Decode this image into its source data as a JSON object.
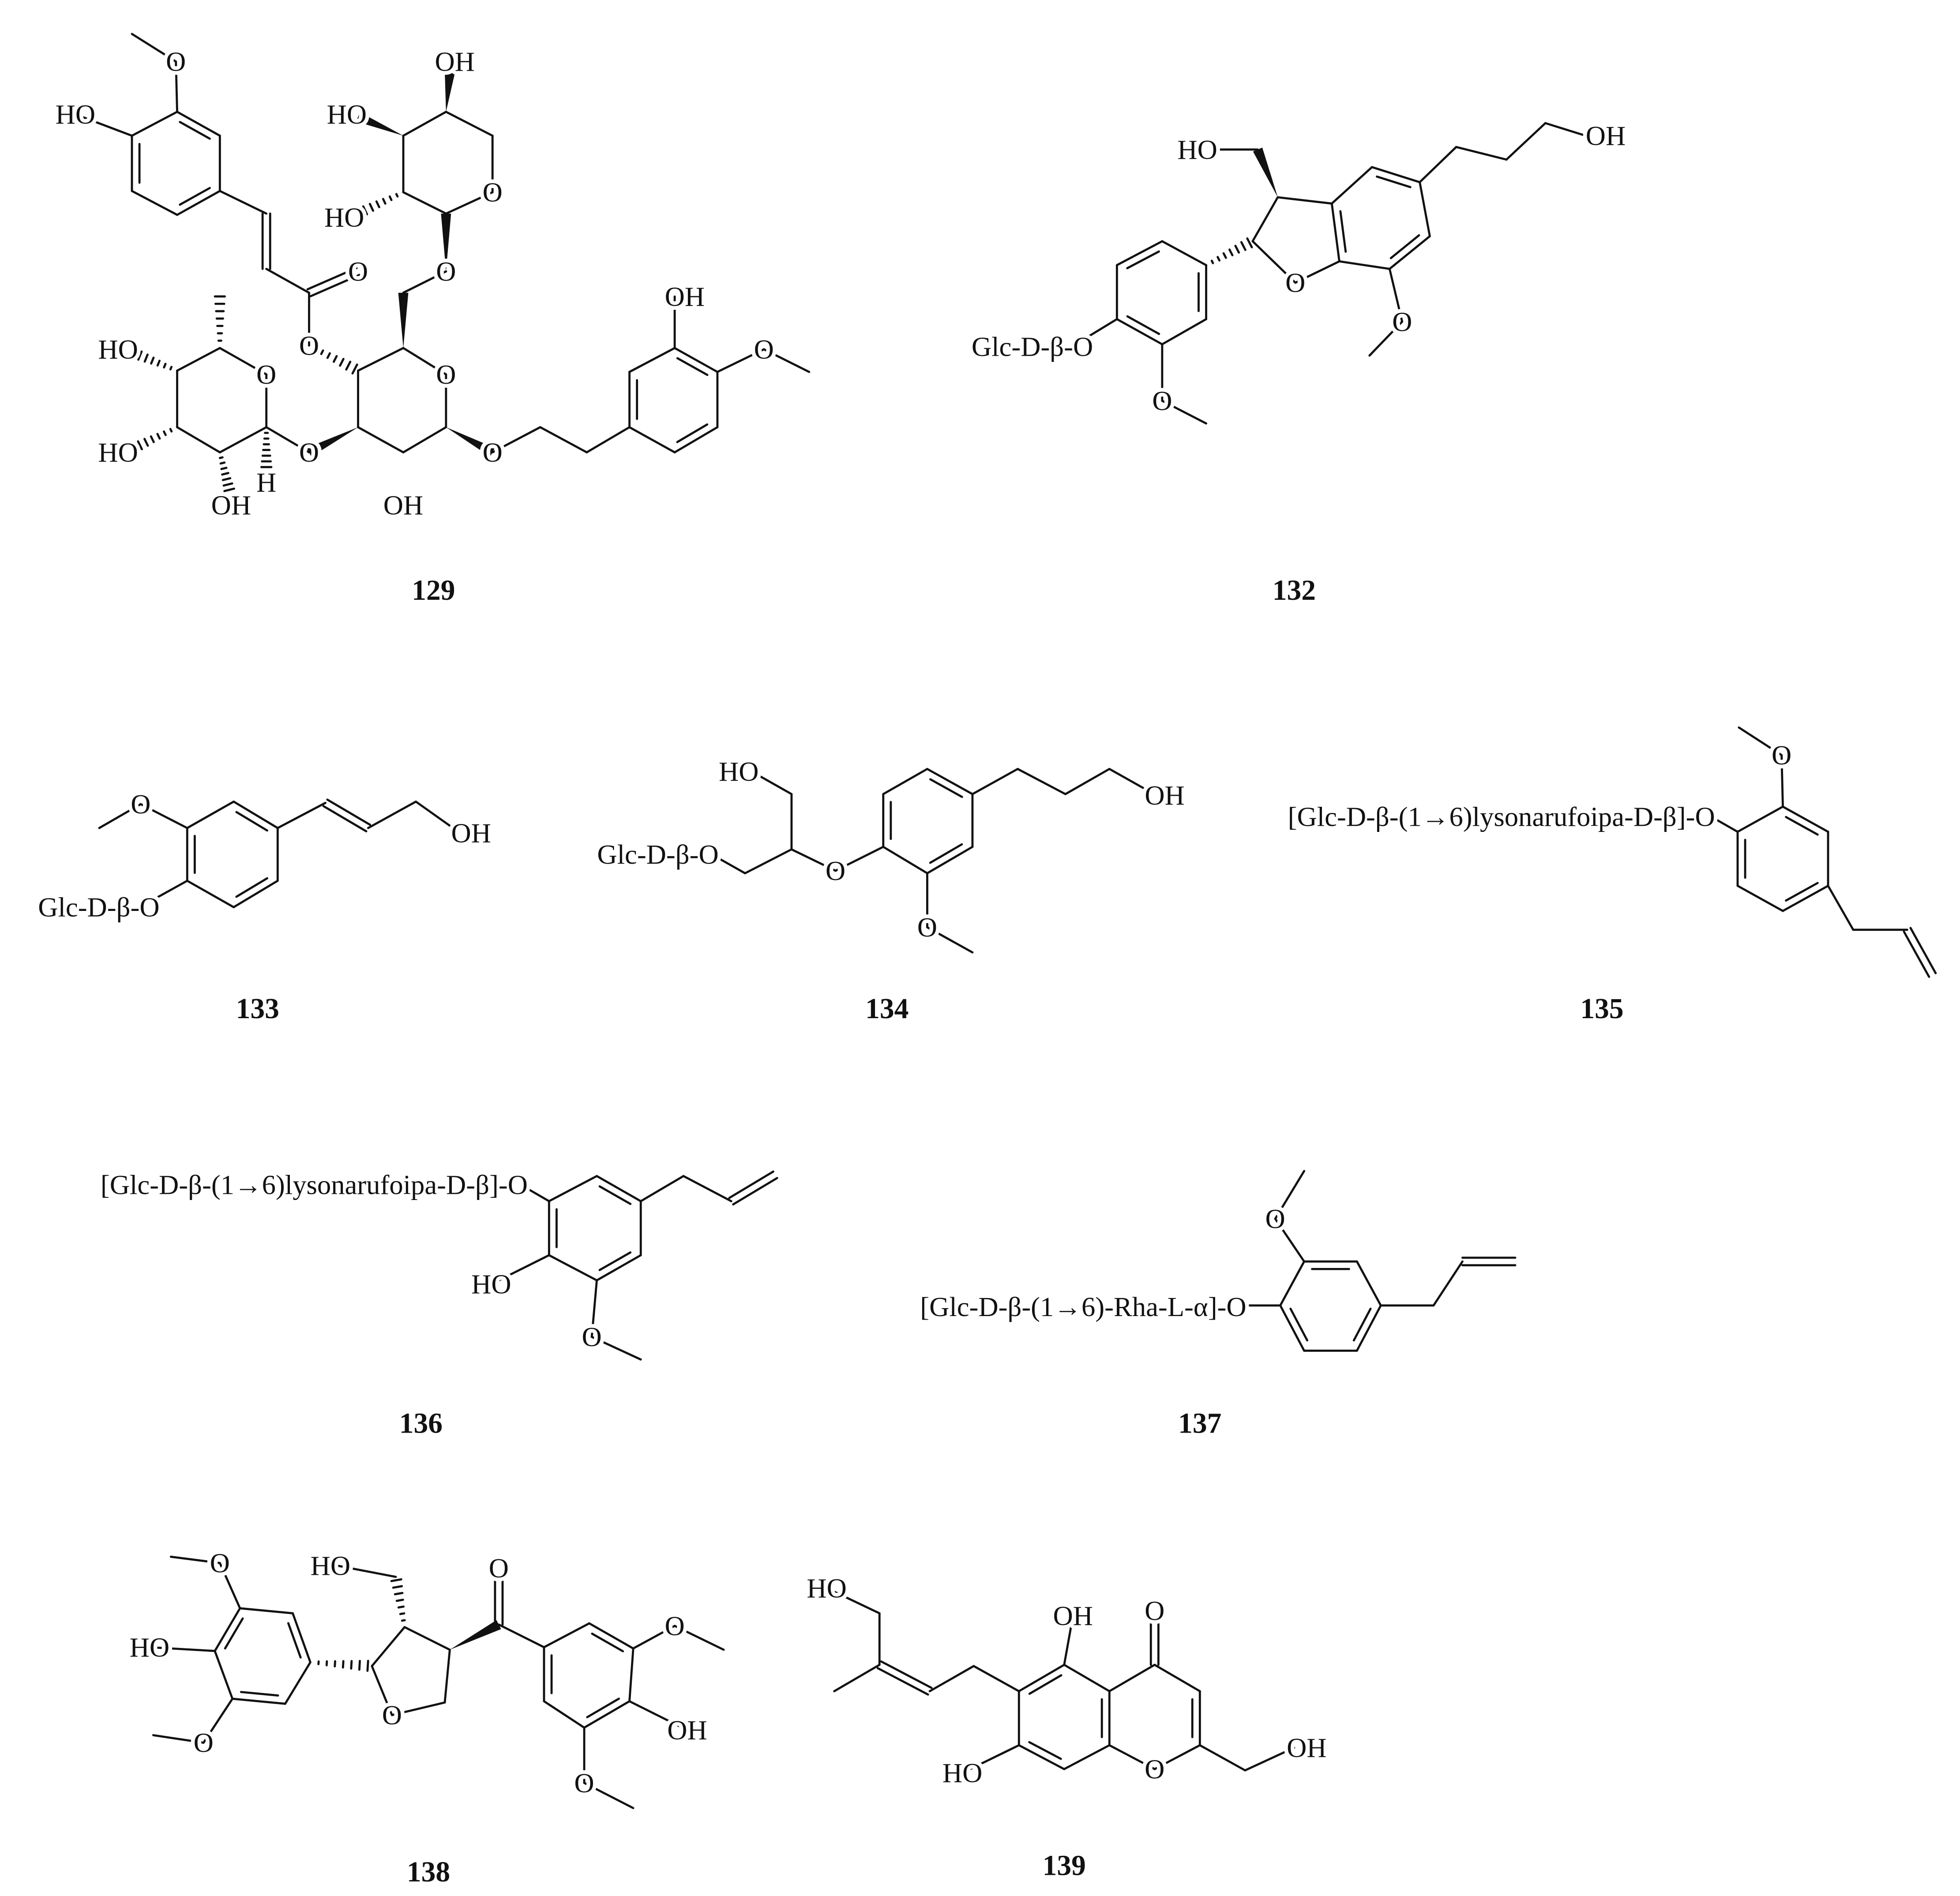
{
  "compounds": [
    {
      "number": "129",
      "labels": [
        "O",
        "HO",
        "O",
        "O",
        "HO",
        "OH",
        "HO",
        "O",
        "O",
        "HO",
        "HO",
        "OH",
        "H",
        "O",
        "O",
        "O",
        "OH",
        "O",
        "OH",
        "O"
      ]
    },
    {
      "number": "132",
      "labels": [
        "HO",
        "O",
        "OH",
        "Glc-D-β-O",
        "O",
        "O"
      ]
    },
    {
      "number": "133",
      "labels": [
        "O",
        "Glc-D-β-O",
        "OH"
      ]
    },
    {
      "number": "134",
      "labels": [
        "HO",
        "OH",
        "Glc-D-β-O",
        "O",
        "O"
      ]
    },
    {
      "number": "135",
      "labels": [
        "[Glc-D-β-(1→6)lysonarufoipa-D-β]-O",
        "O"
      ]
    },
    {
      "number": "136",
      "labels": [
        "[Glc-D-β-(1→6)lysonarufoipa-D-β]-O",
        "HO",
        "O"
      ]
    },
    {
      "number": "137",
      "labels": [
        "[Glc-D-β-(1→6)-Rha-L-α]-O",
        "O"
      ]
    },
    {
      "number": "138",
      "labels": [
        "O",
        "HO",
        "O",
        "HO",
        "O",
        "O",
        "O",
        "OH",
        "O"
      ]
    },
    {
      "number": "139",
      "labels": [
        "OH",
        "O",
        "O",
        "HO",
        "OH",
        "HO"
      ]
    }
  ]
}
